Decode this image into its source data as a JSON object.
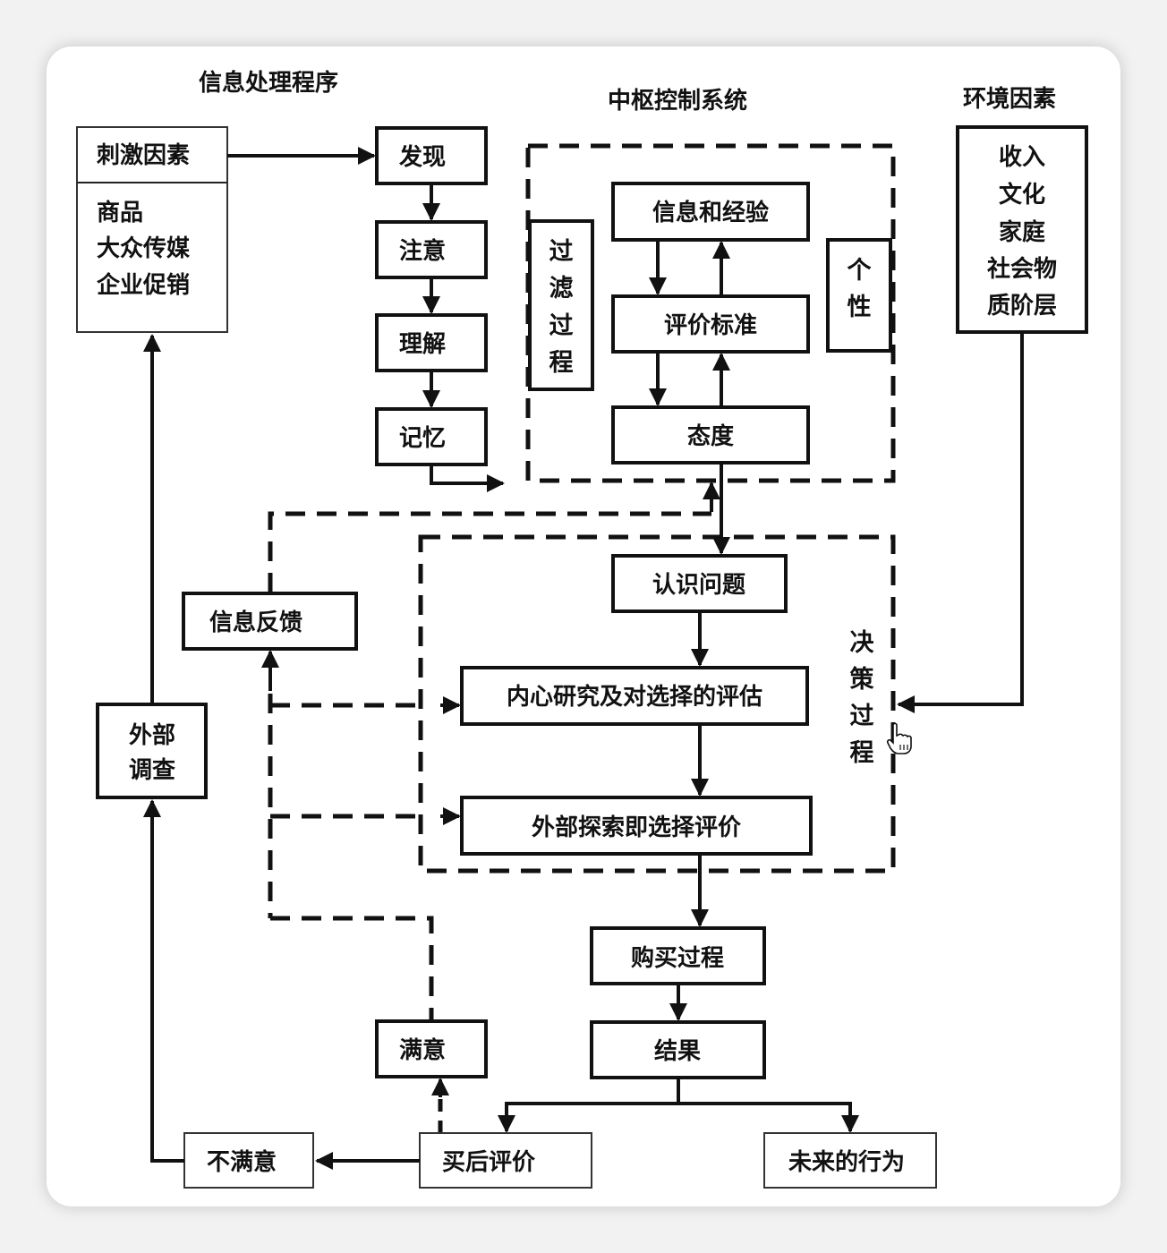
{
  "diagram": {
    "titles": {
      "info_processing": "信息处理程序",
      "central_control": "中枢控制系统",
      "environment": "环境因素"
    },
    "stimulus": {
      "header": "刺激因素",
      "items": [
        "商品",
        "大众传媒",
        "企业促销"
      ]
    },
    "info_steps": [
      "发现",
      "注意",
      "理解",
      "记忆"
    ],
    "central": {
      "filter_chars": [
        "过",
        "滤",
        "过",
        "程"
      ],
      "info_experience": "信息和经验",
      "evaluation_criteria": "评价标准",
      "attitude": "态度",
      "personality_chars": [
        "个",
        "性"
      ]
    },
    "environment_items": [
      "收入",
      "文化",
      "家庭",
      "社会物",
      "质阶层"
    ],
    "decision": {
      "label_chars": [
        "决",
        "策",
        "过",
        "程"
      ],
      "recognize_problem": "认识问题",
      "internal_search": "内心研究及对选择的评估",
      "external_search": "外部探索即选择评价"
    },
    "feedback": "信息反馈",
    "external_survey": [
      "外部",
      "调查"
    ],
    "purchase": "购买过程",
    "result": "结果",
    "satisfied": "满意",
    "dissatisfied": "不满意",
    "post_purchase": "买后评价",
    "future_behavior": "未来的行为",
    "cursor_icon": "hand-pointer-icon"
  }
}
